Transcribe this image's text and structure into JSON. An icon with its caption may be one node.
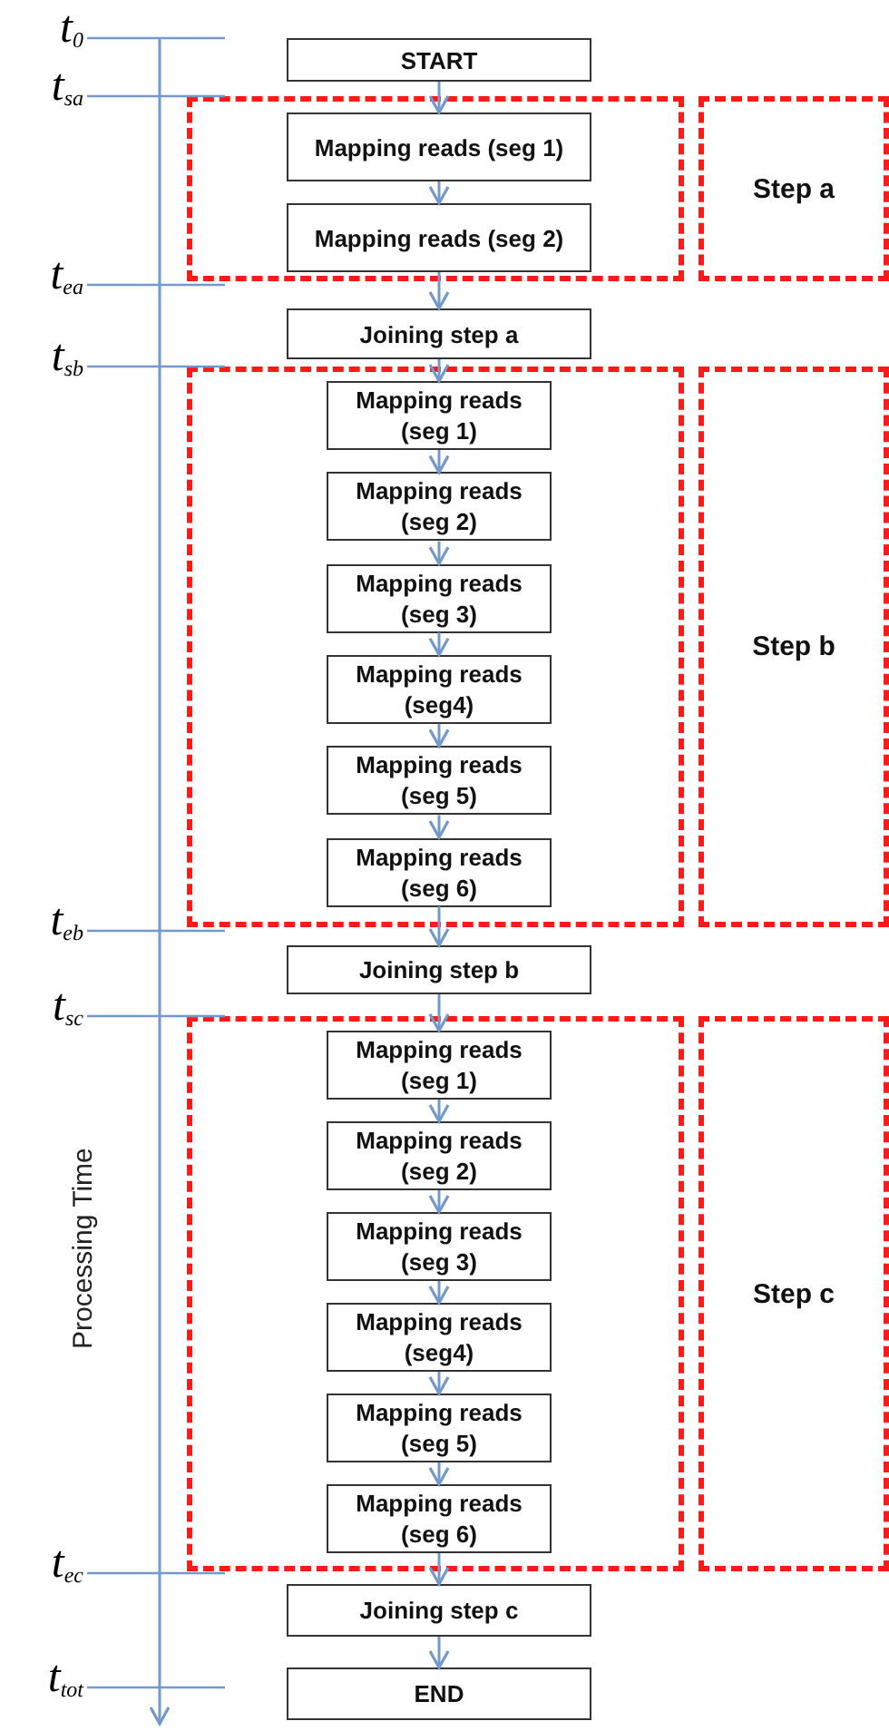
{
  "diagram": {
    "nodes": [
      {
        "text": [
          "START"
        ]
      },
      {
        "text": [],
        "shape": "box"
      },
      {
        "text": [
          "Mapping reads (seg 1)"
        ],
        "in": 1
      },
      {
        "text": [
          "Mapping reads (seg 2)"
        ],
        "in": 1
      },
      {
        "text": [
          "Step a"
        ]
      },
      {
        "text": [
          "Joining step a"
        ]
      },
      {
        "text": [],
        "shape": "box"
      },
      {
        "text": [
          "Mapping reads (seg 1)"
        ],
        "in": 6
      },
      {
        "text": [
          "Mapping reads (seg 2)"
        ],
        "in": 6
      },
      {
        "text": [
          "Mapping reads (seg 3)"
        ],
        "in": 6
      },
      {
        "text": [
          "Mapping reads (seg4)"
        ],
        "in": 6
      },
      {
        "text": [
          "Mapping reads (seg 5)"
        ],
        "in": 6
      },
      {
        "text": [
          "Mapping reads (seg 6)"
        ],
        "in": 6
      },
      {
        "text": [
          "Step b"
        ]
      },
      {
        "text": [
          "Joining step b"
        ]
      },
      {
        "text": [],
        "shape": "box"
      },
      {
        "text": [
          "Mapping reads (seg 1)"
        ],
        "in": 15
      },
      {
        "text": [
          "Mapping reads (seg 2)"
        ],
        "in": 15
      },
      {
        "text": [
          "Mapping reads (seg 3)"
        ],
        "in": 15
      },
      {
        "text": [
          "Mapping reads (seg4)"
        ],
        "in": 15
      },
      {
        "text": [
          "Mapping reads (seg 5)"
        ],
        "in": 15
      },
      {
        "text": [
          "Mapping reads (seg 6)"
        ],
        "in": 15
      },
      {
        "text": [
          "Step c"
        ]
      },
      {
        "text": [
          "Joining step c"
        ]
      },
      {
        "text": [
          "END"
        ]
      }
    ],
    "edges": [
      {
        "from": 0,
        "to": 2,
        "arrow": "to"
      },
      {
        "from": 2,
        "to": 3,
        "arrow": "to"
      },
      {
        "from": 3,
        "to": 5,
        "arrow": "to"
      },
      {
        "from": 5,
        "to": 7,
        "arrow": "to"
      },
      {
        "from": 7,
        "to": 8,
        "arrow": "to"
      },
      {
        "from": 8,
        "to": 9,
        "arrow": "to"
      },
      {
        "from": 9,
        "to": 10,
        "arrow": "to"
      },
      {
        "from": 10,
        "to": 11,
        "arrow": "to"
      },
      {
        "from": 11,
        "to": 12,
        "arrow": "to"
      },
      {
        "from": 12,
        "to": 14,
        "arrow": "to"
      },
      {
        "from": 14,
        "to": 16,
        "arrow": "to"
      },
      {
        "from": 16,
        "to": 17,
        "arrow": "to"
      },
      {
        "from": 17,
        "to": 18,
        "arrow": "to"
      },
      {
        "from": 18,
        "to": 19,
        "arrow": "to"
      },
      {
        "from": 19,
        "to": 20,
        "arrow": "to"
      },
      {
        "from": 20,
        "to": 21,
        "arrow": "to"
      },
      {
        "from": 21,
        "to": 23,
        "arrow": "to"
      },
      {
        "from": 23,
        "to": 24,
        "arrow": "to"
      }
    ],
    "labels": [
      "t$_{0}$",
      "t$_{sa}$",
      "t$_{ea}$",
      "t$_{sb}$",
      "t$_{eb}$",
      "t$_{sc}$",
      "t$_{ec}$",
      "t$_{tot}$",
      "Processing Time"
    ]
  }
}
